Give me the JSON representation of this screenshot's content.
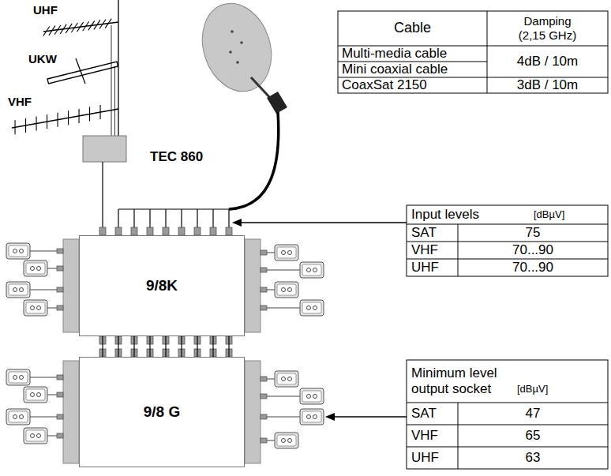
{
  "diagram": {
    "nodes": [
      {
        "text": [
          "9/8K"
        ]
      },
      {
        "text": [
          "9/8 G"
        ]
      }
    ],
    "edges": [
      {
        "from": 0,
        "to": 1,
        "arrow": "none"
      }
    ],
    "labels": [
      "UHF",
      "UKW",
      "VHF",
      "TEC 860",
      "Cable",
      "Damping (2,15 GHz)",
      "Multi-media cable",
      "Mini coaxial cable",
      "4dB / 10m",
      "CoaxSat 2150",
      "3dB / 10m",
      "Input levels",
      "[dBµV]",
      "SAT",
      "75",
      "VHF",
      "70...90",
      "UHF",
      "70...90",
      "Minimum level output socket",
      "[dBµV]",
      "SAT",
      "47",
      "VHF",
      "65",
      "UHF",
      "63"
    ]
  }
}
